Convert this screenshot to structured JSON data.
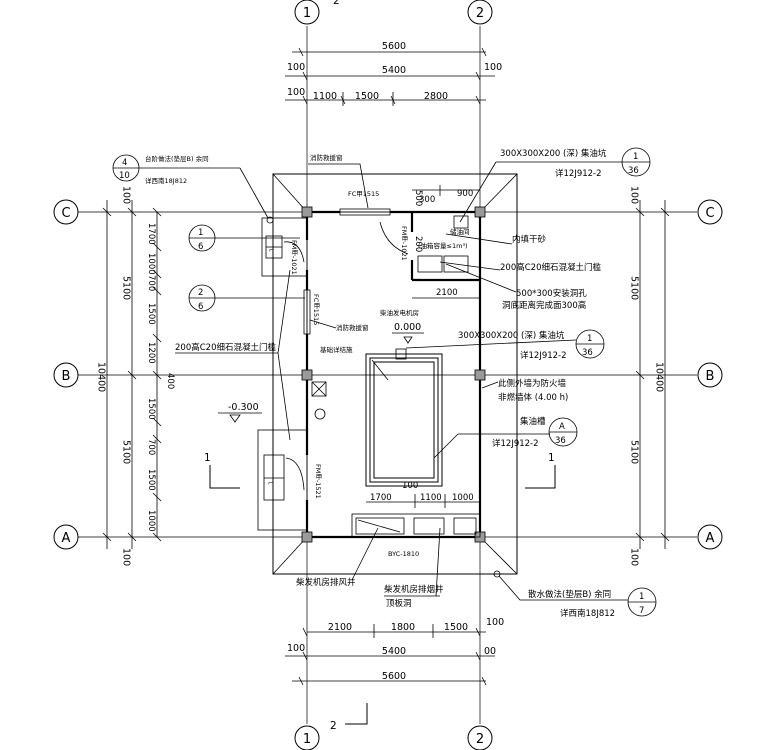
{
  "axes": {
    "col_1": "1",
    "col_2": "2",
    "row_a": "A",
    "row_b": "B",
    "row_c": "C"
  },
  "section_mark": "2",
  "dims": {
    "top_total": "5600",
    "top_inner": "5400",
    "top_100_left": "100",
    "top_100_right": "100",
    "top_100_left2": "100",
    "top_seg1": "1100",
    "top_seg2": "1500",
    "top_seg3": "2800",
    "bot_seg1": "2100",
    "bot_seg2": "1800",
    "bot_seg3": "1500",
    "bot_100_right": "100",
    "bot_100_left": "100",
    "bot_inner": "5400",
    "bot_00": "00",
    "bot_total": "5600",
    "left_100_top": "100",
    "left_100_bot": "100",
    "left_5100_top": "5100",
    "left_5100_bot": "5100",
    "left_10400": "10400",
    "left_1700": "1700",
    "left_1000a": "1000",
    "left_700a": "700",
    "left_1500a": "1500",
    "left_1200": "1200",
    "left_1500b": "1500",
    "left_700b": "700",
    "left_1500c": "1500",
    "left_1000b": "1000",
    "left_400": "400",
    "right_100_top": "100",
    "right_100_bot": "100",
    "right_5100_top": "5100",
    "right_5100_bot": "5100",
    "right_10400": "10400",
    "in_300": "300",
    "in_900": "900",
    "in_500": "500",
    "in_200": "200",
    "in_2100": "2100",
    "in_1700": "1700",
    "in_1100": "1100",
    "in_1000": "1000",
    "in_100": "100"
  },
  "labels": {
    "stair_note": "台阶做法(垫层B)  余同",
    "stair_ref": "详西南18J812",
    "stair_idx_top": "4",
    "stair_idx_bot": "10",
    "rescue_window_top": "消防救援窗",
    "fc_top": "FC甲1515",
    "sump_top": "300X300X200 (深) 集油坑",
    "sump_top_ref": "详12J912-2",
    "sump_top_idx_top": "1",
    "sump_top_idx_bot": "36",
    "door_left": "FM甲-1021",
    "door_mid": "FM甲-1021",
    "tank_small": "储油间",
    "tank_vol": "(油箱容量≤1m³)",
    "sand": "内填干砂",
    "curb_top": "200高C20细石混凝土门槛",
    "hole": "500*300安装洞孔",
    "hole_note": "洞底距离完成面300高",
    "det_1_top": "1",
    "det_1_bot": "6",
    "det_2_top": "2",
    "det_2_bot": "6",
    "fc_side": "FC甲1515",
    "rescue_window_side": "消防救援窗",
    "gen_room": "柴油发电机房",
    "level_0": "0.000",
    "sump_mid": "300X300X200 (深) 集油坑",
    "sump_mid_ref": "详12J912-2",
    "sump_mid_idx_top": "1",
    "sump_mid_idx_bot": "36",
    "curb_left": "200高C20细石混凝土门槛",
    "foundation": "基础详结施",
    "fire_wall_1": "此侧外墙为防火墙",
    "fire_wall_2": "非燃墙体 (4.00 h)",
    "oil_trench": "集油槽",
    "oil_trench_ref": "详12J912-2",
    "oil_trench_idx_top": "A",
    "oil_trench_idx_bot": "36",
    "level_minus": "-0.300",
    "door_bot": "FM甲-1521",
    "section_1_left": "1",
    "section_1_right": "1",
    "byc": "BYC-1810",
    "shaft_exhaust": "柴发机房排风井",
    "shaft_smoke": "柴发机房排烟井",
    "shaft_roof": "顶板洞",
    "apron_note": "散水做法(垫层B)  余同",
    "apron_ref": "详西南18J812",
    "apron_idx_top": "1",
    "apron_idx_bot": "7"
  }
}
